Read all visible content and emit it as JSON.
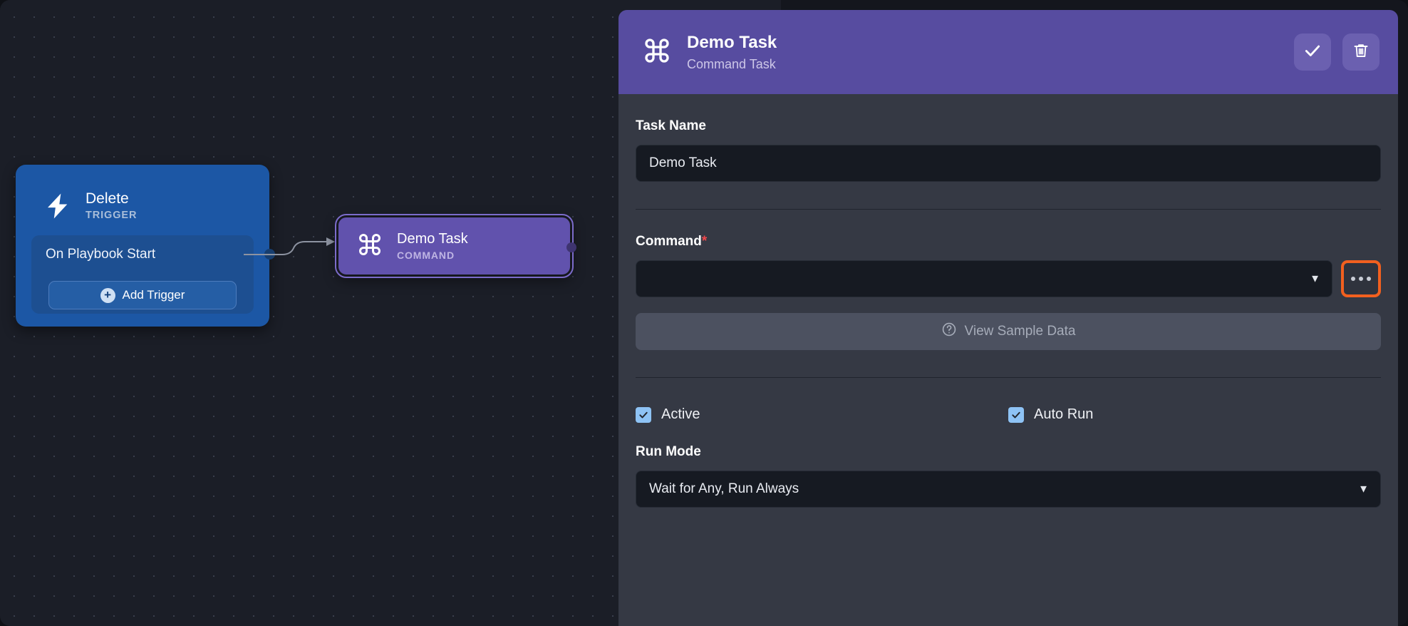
{
  "canvas": {
    "trigger_node": {
      "icon": "lightning-bolt-icon",
      "title": "Delete",
      "type_label": "TRIGGER",
      "body_label": "On Playbook Start",
      "add_button": "Add Trigger",
      "add_button_icon": "plus-circle-icon",
      "color": "#1c57a5"
    },
    "command_node": {
      "icon": "command-icon",
      "title": "Demo Task",
      "type_label": "COMMAND",
      "color": "#6152ad"
    }
  },
  "panel": {
    "header": {
      "icon": "command-icon",
      "title": "Demo Task",
      "subtitle": "Command Task",
      "accent_color": "#574ca0",
      "save_icon": "check-icon",
      "delete_icon": "trash-icon"
    },
    "task_name": {
      "label": "Task Name",
      "value": "Demo Task",
      "placeholder": "Task Name"
    },
    "command": {
      "label": "Command",
      "required_marker": "*",
      "required_color": "#f2474b",
      "value": "",
      "placeholder": "",
      "caret_icon": "chevron-down-icon",
      "more_icon": "ellipsis-icon",
      "more_highlight_color": "#f2601f"
    },
    "sample_data": {
      "label": "View Sample Data",
      "icon": "question-circle-icon"
    },
    "toggles": [
      {
        "label": "Active",
        "checked": true
      },
      {
        "label": "Auto Run",
        "checked": true
      }
    ],
    "run_mode": {
      "label": "Run Mode",
      "value": "Wait for Any, Run Always",
      "caret_icon": "chevron-down-icon"
    }
  }
}
